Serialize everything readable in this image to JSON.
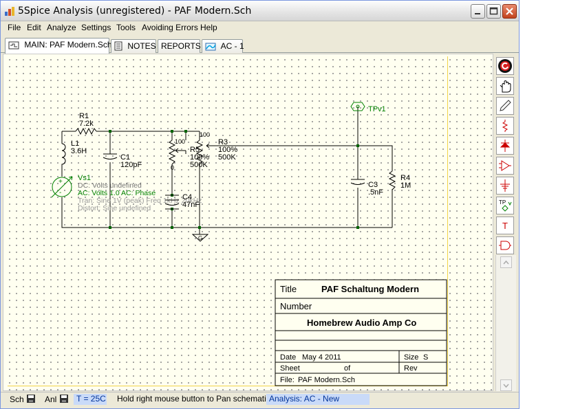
{
  "window": {
    "title": "5Spice Analysis (unregistered) - PAF Modern.Sch"
  },
  "menu": [
    {
      "label": "File"
    },
    {
      "label": "Edit"
    },
    {
      "label": "Analyze"
    },
    {
      "label": "Settings"
    },
    {
      "label": "Tools"
    },
    {
      "label": "Avoiding Errors"
    },
    {
      "label": "Help"
    }
  ],
  "tabs": [
    {
      "label": "MAIN:  PAF Modern.Sch",
      "icon": "schematic-icon",
      "active": true
    },
    {
      "label": "NOTES",
      "icon": "notes-icon"
    },
    {
      "label": "REPORTS",
      "icon": ""
    },
    {
      "label": "AC - 1",
      "icon": "graph-icon"
    }
  ],
  "schematic": {
    "r1": {
      "name": "R1",
      "value": "7.2k"
    },
    "l1": {
      "name": "L1",
      "value": "3.6H"
    },
    "c1": {
      "name": "C1",
      "value": "120pF"
    },
    "r5": {
      "name": "R5",
      "pct": "100%",
      "value": "500K",
      "top": "100",
      "bottom": "0"
    },
    "r3": {
      "name": "R3",
      "pct": "100%",
      "value": "500K",
      "top": "100"
    },
    "c4": {
      "name": "C4",
      "value": "47nF"
    },
    "c3": {
      "name": "C3",
      "value": ".5nF"
    },
    "r4": {
      "name": "R4",
      "value": "1M"
    },
    "tp": {
      "name": "TPv1"
    },
    "gnd": {
      "label": "G"
    },
    "vs1": {
      "name": "Vs1",
      "dc": "DC: Volts undefined",
      "ac": "AC: Volts 1.0  AC: Phase",
      "tran": "Tran: Sine  1V (peak)  Freq 1kHz  20kHz",
      "distort": "Distort: Sine  undefined"
    }
  },
  "title_block": {
    "title_label": "Title",
    "title_value": "PAF Schaltung Modern",
    "number_label": "Number",
    "company": "Homebrew Audio Amp Co",
    "date_label": "Date",
    "date_value": "May 4 2011",
    "size_label": "Size",
    "size_value": "S",
    "sheet_label": "Sheet",
    "of_label": "of",
    "rev_label": "Rev",
    "file_label": "File:",
    "file_value": "PAF Modern.Sch"
  },
  "toolbar": [
    {
      "icon": "refresh-icon"
    },
    {
      "icon": "pan-hand-icon"
    },
    {
      "icon": "pencil-icon"
    },
    {
      "icon": "resistor-icon"
    },
    {
      "icon": "diode-icon"
    },
    {
      "icon": "amplifier-icon"
    },
    {
      "icon": "ground-icon"
    },
    {
      "icon": "test-point-icon",
      "label": "TP"
    },
    {
      "icon": "text-icon",
      "label": "T"
    },
    {
      "icon": "gate-icon"
    }
  ],
  "status": {
    "sch": "Sch",
    "anl": "Anl",
    "temp": "T = 25C",
    "hint": "Hold right mouse button to Pan schematic",
    "analysis": "Analysis:  AC - New"
  },
  "colors": {
    "wire": "#000000",
    "component": "#cc0000",
    "source": "#008000",
    "node": "#006400",
    "canvas": "#fffff0"
  }
}
